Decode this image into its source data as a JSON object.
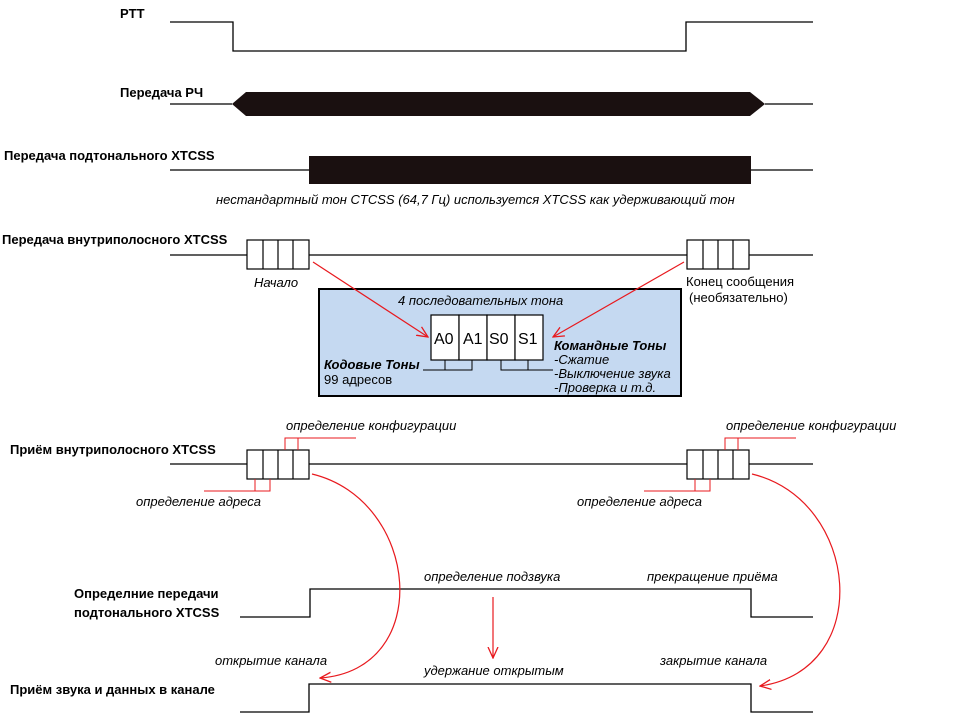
{
  "signals": {
    "ptt": "PTT",
    "rf_tx": "Передача РЧ",
    "subtone_tx": "Передача подтонального XTCSS",
    "inband_tx": "Передача внутриполосного XTCSS",
    "inband_rx": "Приём внутриполосного XTCSS",
    "subtone_rx_line1": "Определние передачи",
    "subtone_rx_line2": "подтонального XTCSS",
    "channel_rx": "Приём звука и данных в канале"
  },
  "subtone_note": "нестандартный тон CTCSS (64,7 Гц) используется XTCSS как удерживающий тон",
  "inband_tx_notes": {
    "start": "Начало",
    "end_line1": "Конец сообщения",
    "end_line2": "(необязательно)"
  },
  "detail_box": {
    "title": "4 последовательных тона",
    "tones": [
      "A0",
      "A1",
      "S0",
      "S1"
    ],
    "code_tones_title": "Кодовые Тоны",
    "code_tones_sub": "99 адресов",
    "command_tones_title": "Командные Тоны",
    "command_items": [
      "-Сжатие",
      "-Выключение звука",
      "-Проверка и т.д."
    ],
    "fill_color": "#c5d9f1"
  },
  "inband_rx_notes": {
    "config_left": "определение конфигурации",
    "config_right": "определение конфигурации",
    "address_left": "определение адреса",
    "address_right": "определение адреса"
  },
  "subtone_rx_notes": {
    "squelch": "определение подзвука",
    "stop": "прекращение приёма"
  },
  "channel_notes": {
    "open": "открытие канала",
    "hold": "удержание открытым",
    "close": "закрытие канала"
  },
  "arrow_color": "#e8191e"
}
